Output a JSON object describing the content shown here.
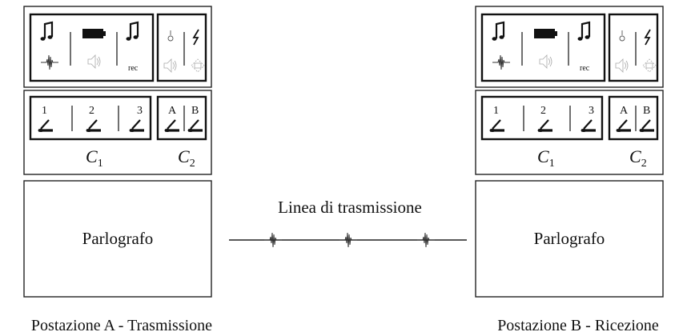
{
  "channel": {
    "label": "Linea di trasmissione"
  },
  "stations": [
    {
      "id": "A",
      "device": "Parlografo",
      "caption": "Postazione A - Trasmissione",
      "panel": {
        "rec": "rec"
      },
      "switches": {
        "c1_keys": [
          "1",
          "2",
          "3"
        ],
        "c2_keys": [
          "A",
          "B"
        ],
        "c1_label": "C",
        "c1_sub": "1",
        "c2_label": "C",
        "c2_sub": "2"
      }
    },
    {
      "id": "B",
      "device": "Parlografo",
      "caption": "Postazione B - Ricezione",
      "panel": {
        "rec": "rec"
      },
      "switches": {
        "c1_keys": [
          "1",
          "2",
          "3"
        ],
        "c2_keys": [
          "A",
          "B"
        ],
        "c1_label": "C",
        "c1_sub": "1",
        "c2_label": "C",
        "c2_sub": "2"
      }
    }
  ]
}
